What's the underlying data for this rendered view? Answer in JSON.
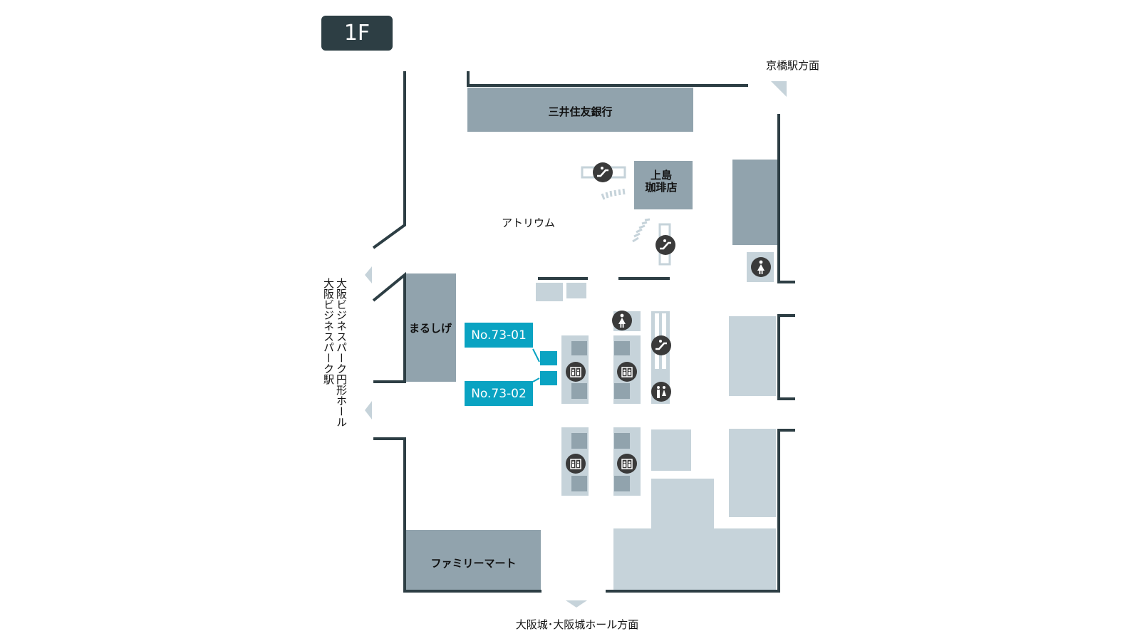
{
  "floor": "1F",
  "places": {
    "bank": "三井住友銀行",
    "cafe_line1": "上島",
    "cafe_line2": "珈琲店",
    "atrium": "アトリウム",
    "marushige": "まるしげ",
    "familymart": "ファミリーマート"
  },
  "directions": {
    "kyobashi": "京橋駅方面",
    "osakajo": "大阪城･大阪城ホール方面",
    "obp_hall": "大阪ビジネスパーク円形ホール",
    "obp_station": "大阪ビジネスパーク駅"
  },
  "markers": [
    {
      "id": "No.73-01"
    },
    {
      "id": "No.73-02"
    }
  ],
  "icons": [
    "escalator-icon",
    "elevator-icon",
    "women-restroom-icon",
    "restroom-icon"
  ],
  "colors": {
    "wall": "#2d3e44",
    "store": "#91a3ad",
    "area": "#c6d3da",
    "marker": "#0aa3c2",
    "icon": "#3a3a3a"
  }
}
